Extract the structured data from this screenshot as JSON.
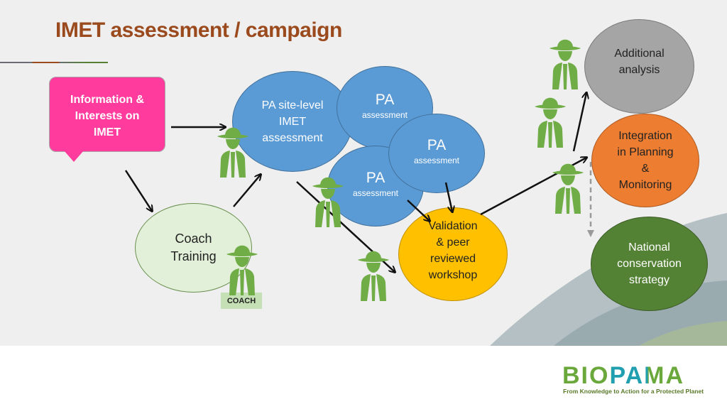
{
  "title": "IMET assessment / campaign",
  "colors": {
    "title": "#9a4a1c",
    "underline": "#6a6e74",
    "pink": "#ff3b9d",
    "blue": "#5b9bd5",
    "yellow": "#ffc000",
    "orange": "#ed7d31",
    "gray": "#a5a5a5",
    "green_dark": "#548235",
    "green_light": "#e2f0d9",
    "green_icon": "#70ad47",
    "coach_tag": "#c5e0b4",
    "arrow": "#111111"
  },
  "nodes": {
    "info": "Information & Interests on IMET",
    "coach_training": [
      "Coach",
      "Training"
    ],
    "coach_tag": "COACH",
    "pa_site": [
      "PA site-level",
      "IMET",
      "assessment"
    ],
    "pa1": {
      "title": "PA",
      "sub": "assessment"
    },
    "pa2": {
      "title": "PA",
      "sub": "assessment"
    },
    "pa3": {
      "title": "PA",
      "sub": "assessment"
    },
    "validation": [
      "Validation",
      "& peer",
      "reviewed",
      "workshop"
    ],
    "additional": [
      "Additional",
      "analysis"
    ],
    "integration": [
      "Integration",
      "in Planning",
      "&",
      "Monitoring"
    ],
    "national": [
      "National",
      "conservation",
      "strategy"
    ]
  },
  "icons": [
    "ranger-icon"
  ],
  "logo": {
    "text": "BIOPAMA",
    "tagline": "From Knowledge to Action for a Protected Planet"
  }
}
